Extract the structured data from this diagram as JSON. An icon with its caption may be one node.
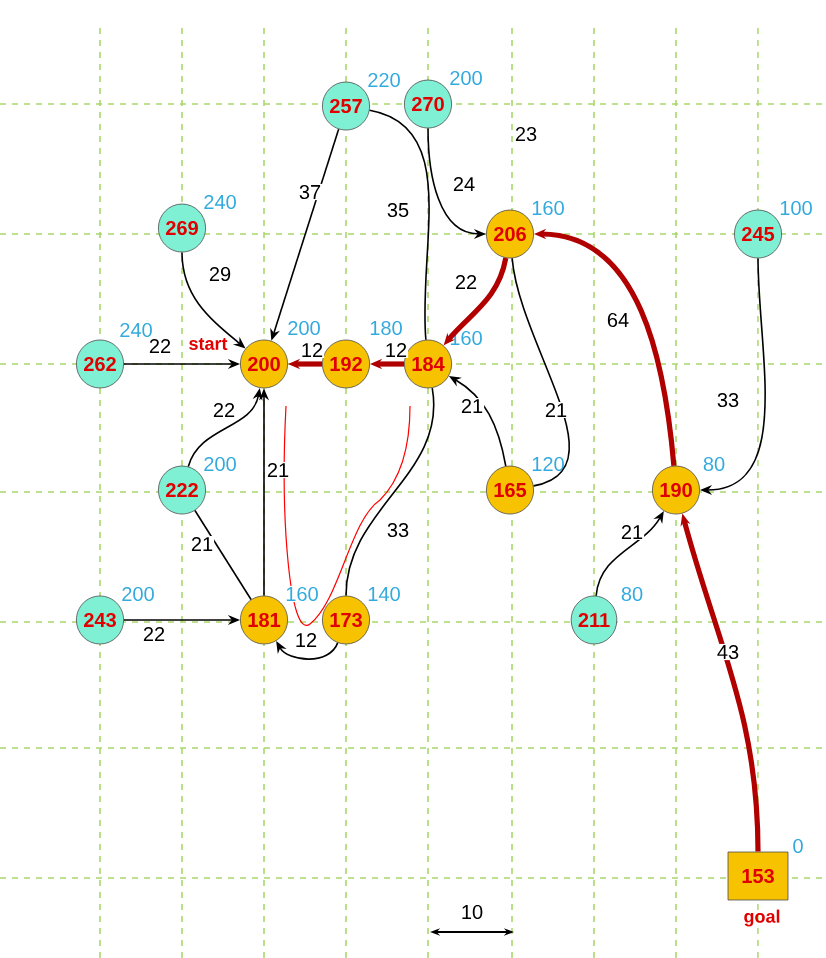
{
  "diagram": {
    "nodes": [
      {
        "text": [
          "257"
        ],
        "beside": [
          "220"
        ]
      },
      {
        "text": [
          "270"
        ],
        "beside": [
          "200"
        ]
      },
      {
        "text": [
          "269"
        ],
        "beside": [
          "240"
        ]
      },
      {
        "text": [
          "206"
        ],
        "beside": [
          "160"
        ]
      },
      {
        "text": [
          "245"
        ],
        "beside": [
          "100"
        ]
      },
      {
        "text": [
          "262"
        ],
        "beside": [
          "240"
        ]
      },
      {
        "text": [
          "200"
        ],
        "beside": [
          "200",
          "start"
        ]
      },
      {
        "text": [
          "192"
        ],
        "beside": [
          "180"
        ]
      },
      {
        "text": [
          "184"
        ],
        "beside": [
          "160"
        ]
      },
      {
        "text": [
          "222"
        ],
        "beside": [
          "200"
        ]
      },
      {
        "text": [
          "165"
        ],
        "beside": [
          "120"
        ]
      },
      {
        "text": [
          "190"
        ],
        "beside": [
          "80"
        ]
      },
      {
        "text": [
          "243"
        ],
        "beside": [
          "200"
        ]
      },
      {
        "text": [
          "181"
        ],
        "beside": [
          "160"
        ]
      },
      {
        "text": [
          "173"
        ],
        "beside": [
          "140"
        ]
      },
      {
        "text": [
          "211"
        ],
        "beside": [
          "80"
        ]
      },
      {
        "text": [
          "153"
        ],
        "beside": [
          "0",
          "goal"
        ]
      }
    ],
    "edges": [
      {
        "from": 0,
        "to": 6,
        "arrow": "to",
        "label": "37"
      },
      {
        "from": 0,
        "to": 8,
        "arrow": "none",
        "label": "35"
      },
      {
        "from": 1,
        "to": 3,
        "arrow": "to",
        "label": "24"
      },
      {
        "from": 2,
        "to": 6,
        "arrow": "to",
        "label": "29"
      },
      {
        "from": 5,
        "to": 6,
        "arrow": "to",
        "label": "22"
      },
      {
        "from": 7,
        "to": 6,
        "arrow": "to",
        "label": "12",
        "style": "thick",
        "color": "#b00000"
      },
      {
        "from": 8,
        "to": 7,
        "arrow": "to",
        "label": "12",
        "style": "thick",
        "color": "#b00000"
      },
      {
        "from": 3,
        "to": 8,
        "arrow": "to",
        "label": "22",
        "style": "thick",
        "color": "#b00000"
      },
      {
        "from": 10,
        "to": 8,
        "arrow": "to",
        "label": "21"
      },
      {
        "from": 3,
        "to": 10,
        "arrow": "none",
        "label": "21"
      },
      {
        "from": 4,
        "to": 11,
        "arrow": "to",
        "label": "33"
      },
      {
        "from": 11,
        "to": 3,
        "arrow": "to",
        "label": "64",
        "style": "thick",
        "color": "#b00000"
      },
      {
        "from": 9,
        "to": 6,
        "arrow": "to",
        "label": "22"
      },
      {
        "from": 13,
        "to": 6,
        "arrow": "to",
        "label": "21"
      },
      {
        "from": 9,
        "to": 13,
        "arrow": "none",
        "label": "21"
      },
      {
        "from": 12,
        "to": 13,
        "arrow": "to",
        "label": "22"
      },
      {
        "from": 14,
        "to": 13,
        "arrow": "to",
        "label": "12"
      },
      {
        "from": 14,
        "to": 8,
        "arrow": "none",
        "label": "33"
      },
      {
        "from": 15,
        "to": 11,
        "arrow": "to",
        "label": "21"
      },
      {
        "from": 16,
        "to": 11,
        "arrow": "to",
        "label": "43",
        "style": "thick",
        "color": "#b00000"
      }
    ],
    "labels": [
      "23",
      "10"
    ]
  }
}
